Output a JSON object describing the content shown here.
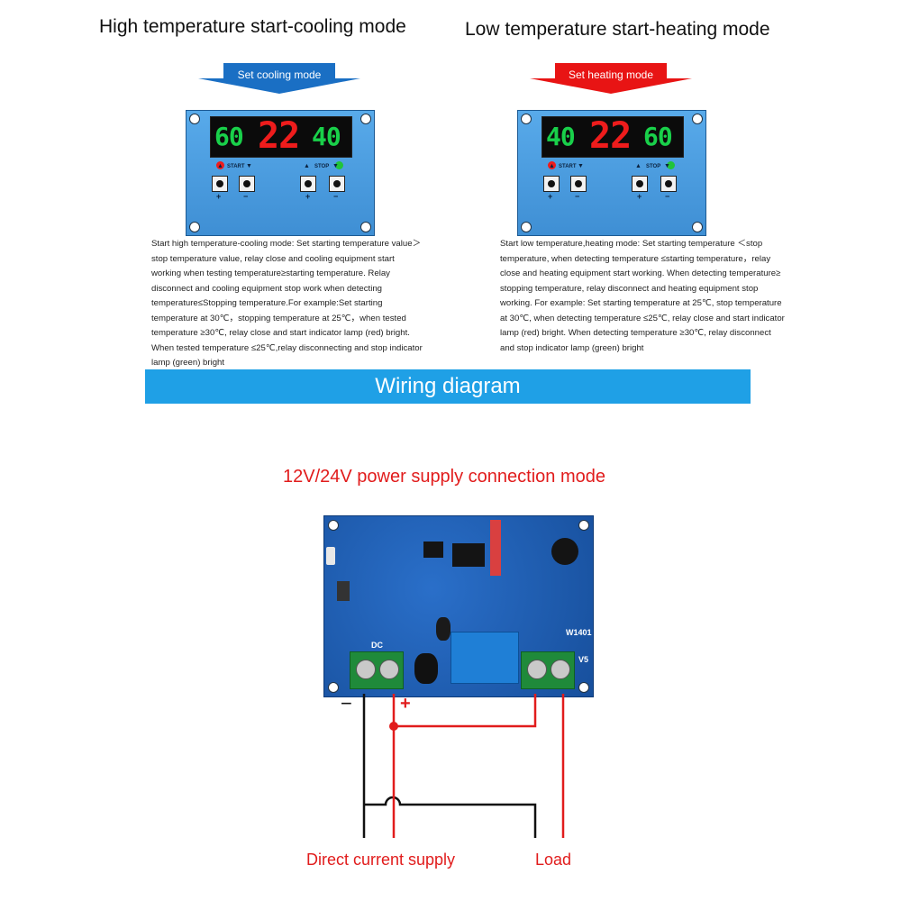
{
  "cooling": {
    "title": "High temperature start-cooling mode",
    "arrow_label": "Set cooling mode",
    "arrow_color": "#1a6fc4",
    "display": {
      "left": "60",
      "center": "22",
      "right": "40"
    },
    "start_label": "START",
    "stop_label": "STOP",
    "plus": "+",
    "minus": "−",
    "description": [
      "Start high temperature-cooling mode: Set starting temperature value＞",
      "stop temperature value, relay close and cooling equipment start",
      "working when testing temperature≥starting temperature. Relay",
      "disconnect and cooling equipment stop work when detecting",
      "temperature≤Stopping temperature.For example:Set starting",
      "temperature at 30℃，stopping temperature at 25℃，when tested",
      "temperature ≥30℃, relay close and start indicator lamp (red) bright.",
      "When tested temperature ≤25℃,relay disconnecting and stop indicator",
      "lamp (green) bright"
    ]
  },
  "heating": {
    "title": "Low temperature start-heating mode",
    "arrow_label": "Set heating mode",
    "arrow_color": "#e81414",
    "display": {
      "left": "40",
      "center": "22",
      "right": "60"
    },
    "start_label": "START",
    "stop_label": "STOP",
    "plus": "+",
    "minus": "−",
    "description": [
      "Start low temperature,heating mode: Set starting temperature ＜stop",
      "temperature, when detecting temperature ≤starting temperature，relay",
      "close and heating equipment start working. When detecting temperature≥",
      "stopping temperature, relay disconnect and heating equipment stop",
      "working. For example: Set starting temperature at 25℃, stop temperature",
      "at 30℃, when detecting temperature ≤25℃, relay close and start indicator",
      "lamp (red) bright. When detecting temperature ≥30℃, relay disconnect",
      "and stop indicator lamp (green) bright"
    ]
  },
  "wiring": {
    "banner": "Wiring diagram",
    "banner_color": "#1fa0e6",
    "supply_title": "12V/24V power supply connection mode",
    "board_dc_label": "DC",
    "board_model": "W1401",
    "board_v5": "V5",
    "minus_sign": "−",
    "plus_sign": "+",
    "label_supply": "Direct current supply",
    "label_load": "Load",
    "wire_red": "#e11c1c",
    "wire_black": "#111111"
  }
}
